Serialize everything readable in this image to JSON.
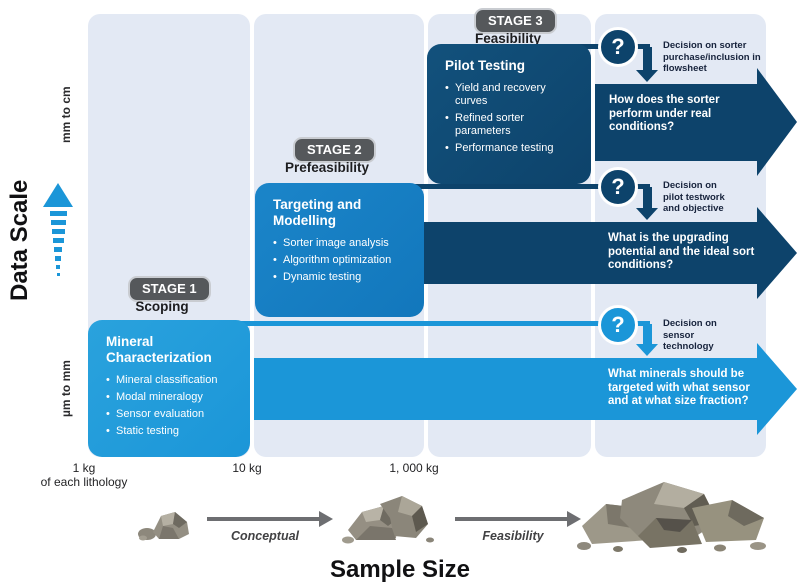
{
  "colors": {
    "navy": "#0d436b",
    "blue": "#1277bc",
    "lightblue": "#1b96d8",
    "column": "#e3e9f4",
    "badge": "#55585b",
    "grayarrow": "#6d6e71"
  },
  "icons": {
    "question": "?"
  },
  "axes": {
    "y_title": "Data Scale",
    "y_top_label": "mm to cm",
    "y_bottom_label": "µm to mm",
    "x_title": "Sample Size"
  },
  "stages": [
    {
      "badge": "STAGE 1",
      "phase": "Scoping",
      "box_title": "Mineral Characterization",
      "bullets": [
        "Mineral classification",
        "Modal mineralogy",
        "Sensor evaluation",
        "Static testing"
      ]
    },
    {
      "badge": "STAGE 2",
      "phase": "Prefeasibility",
      "box_title": "Targeting and Modelling",
      "bullets": [
        "Sorter image analysis",
        "Algorithm optimization",
        "Dynamic testing"
      ]
    },
    {
      "badge": "STAGE 3",
      "phase": "Feasibility",
      "box_title": "Pilot Testing",
      "bullets": [
        "Yield and recovery curves",
        "Refined sorter parameters",
        "Performance testing"
      ]
    }
  ],
  "decisions": [
    {
      "label": "Decision on sorter purchase/inclusion in flowsheet",
      "question": "How does the sorter perform under real conditions?"
    },
    {
      "label": "Decision on pilot testwork and objective",
      "question": "What is the upgrading potential and the ideal sort conditions?"
    },
    {
      "label": "Decision on sensor technology",
      "question": "What minerals should be targeted with what sensor and at what size fraction?"
    }
  ],
  "sample_sizes": [
    {
      "label": "1 kg",
      "sub": "of each lithology"
    },
    {
      "label": "10 kg",
      "sub": ""
    },
    {
      "label": "1, 000 kg",
      "sub": ""
    }
  ],
  "bottom_arrows": [
    {
      "label": "Conceptual"
    },
    {
      "label": "Feasibility"
    }
  ]
}
